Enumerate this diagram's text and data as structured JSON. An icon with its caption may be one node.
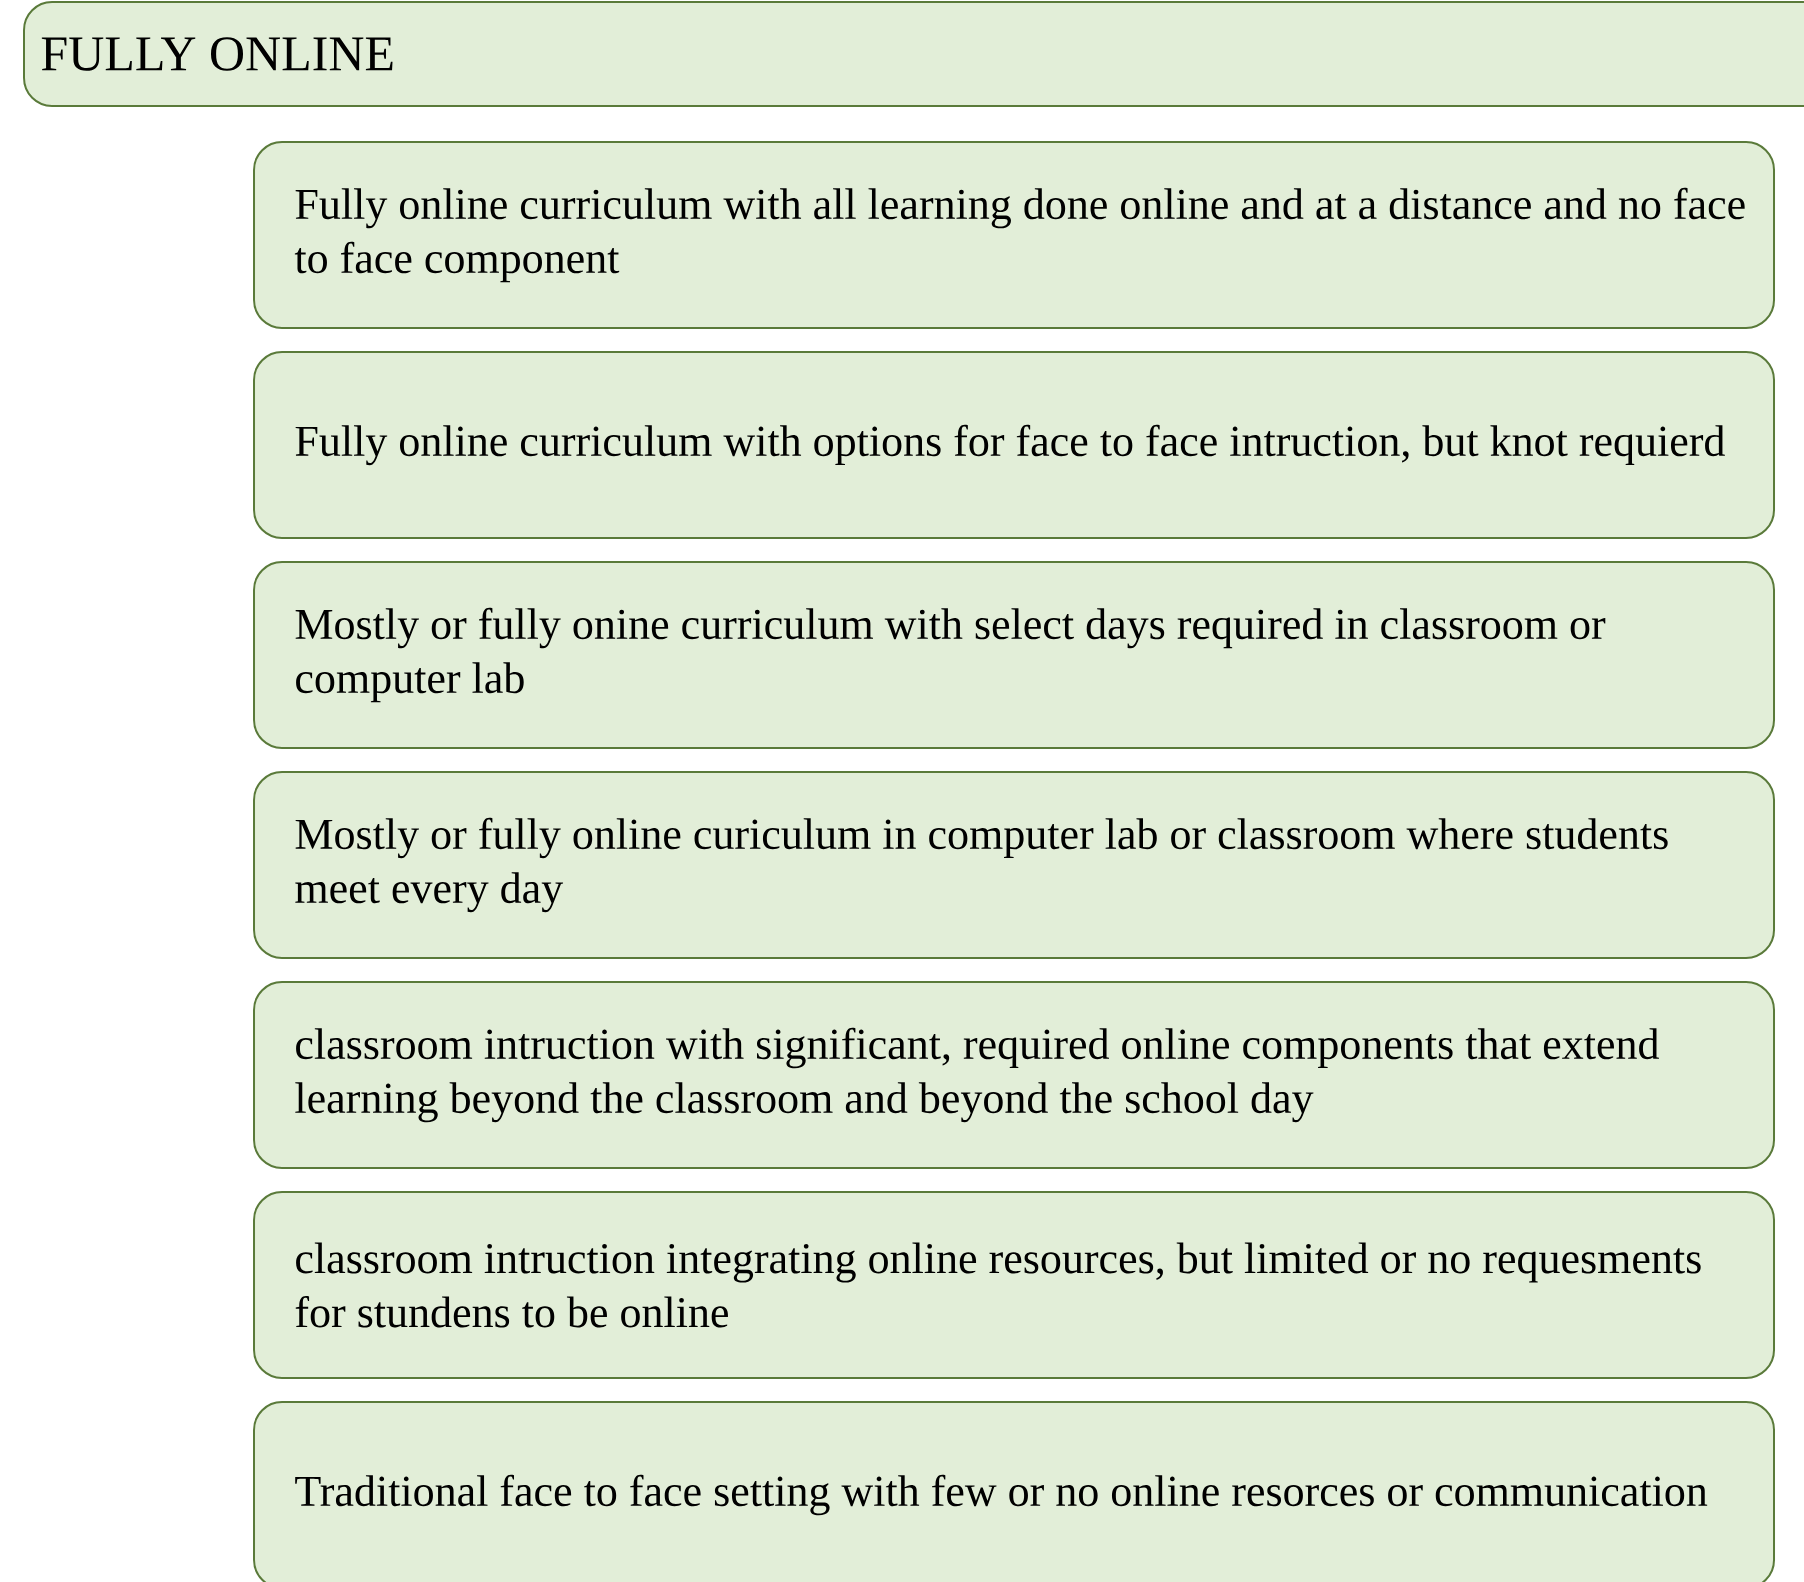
{
  "diagram": {
    "nodes": [
      {
        "text": [
          "FULLY ONLINE"
        ]
      },
      {
        "text": [
          "Fully online curriculum with all learning done online and at a distance and no face to face component"
        ]
      },
      {
        "text": [
          "Fully online curriculum with options for face to face intruction, but knot requierd"
        ]
      },
      {
        "text": [
          "Mostly or fully onine curriculum with select days required in classroom or computer lab"
        ]
      },
      {
        "text": [
          "Mostly or fully online curiculum in computer lab or classroom where students meet every day"
        ]
      },
      {
        "text": [
          "classroom intruction with significant, required online components that extend learning beyond the classroom and beyond the school day"
        ]
      },
      {
        "text": [
          "classroom intruction integrating online resources, but limited or no requesments for stundens to be online"
        ]
      },
      {
        "text": [
          "Traditional face to face setting with few or no online resorces or communication"
        ]
      }
    ]
  }
}
